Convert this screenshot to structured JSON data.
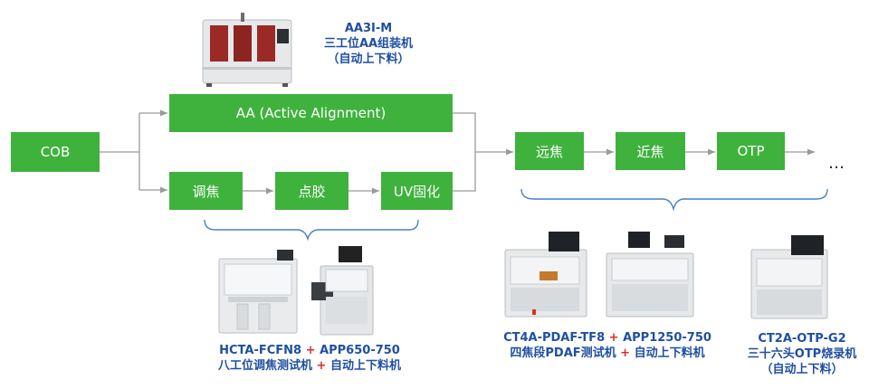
{
  "colors": {
    "box": "#3fb23d",
    "caption": "#1f4fa3",
    "plus": "#d9302b",
    "line": "#9a9a9a",
    "brace": "#4a7fc8"
  },
  "boxes": {
    "cob": "COB",
    "aa": "AA (Active Alignment)",
    "tiaojiao": "调焦",
    "dianjiao": "点胶",
    "uv": "UV固化",
    "yuanjiao": "远焦",
    "jinjiao": "近焦",
    "otp": "OTP"
  },
  "ellipsis": "…",
  "captions": {
    "aa3i": {
      "line1": "AA3I-M",
      "line2": "三工位AA组装机",
      "line3": "（自动上下料）"
    },
    "hcta": {
      "a": "HCTA-FCFN8",
      "plus": "+",
      "b": "APP650-750",
      "c": "八工位调焦测试机",
      "d": "自动上下料机"
    },
    "ct4a": {
      "a": "CT4A-PDAF-TF8",
      "plus": "+",
      "b": "APP1250-750",
      "c": "四焦段PDAF测试机",
      "d": "自动上下料机"
    },
    "ct2a": {
      "line1": "CT2A-OTP-G2",
      "line2": "三十六头OTP烧录机",
      "line3": "（自动上下料）"
    }
  }
}
